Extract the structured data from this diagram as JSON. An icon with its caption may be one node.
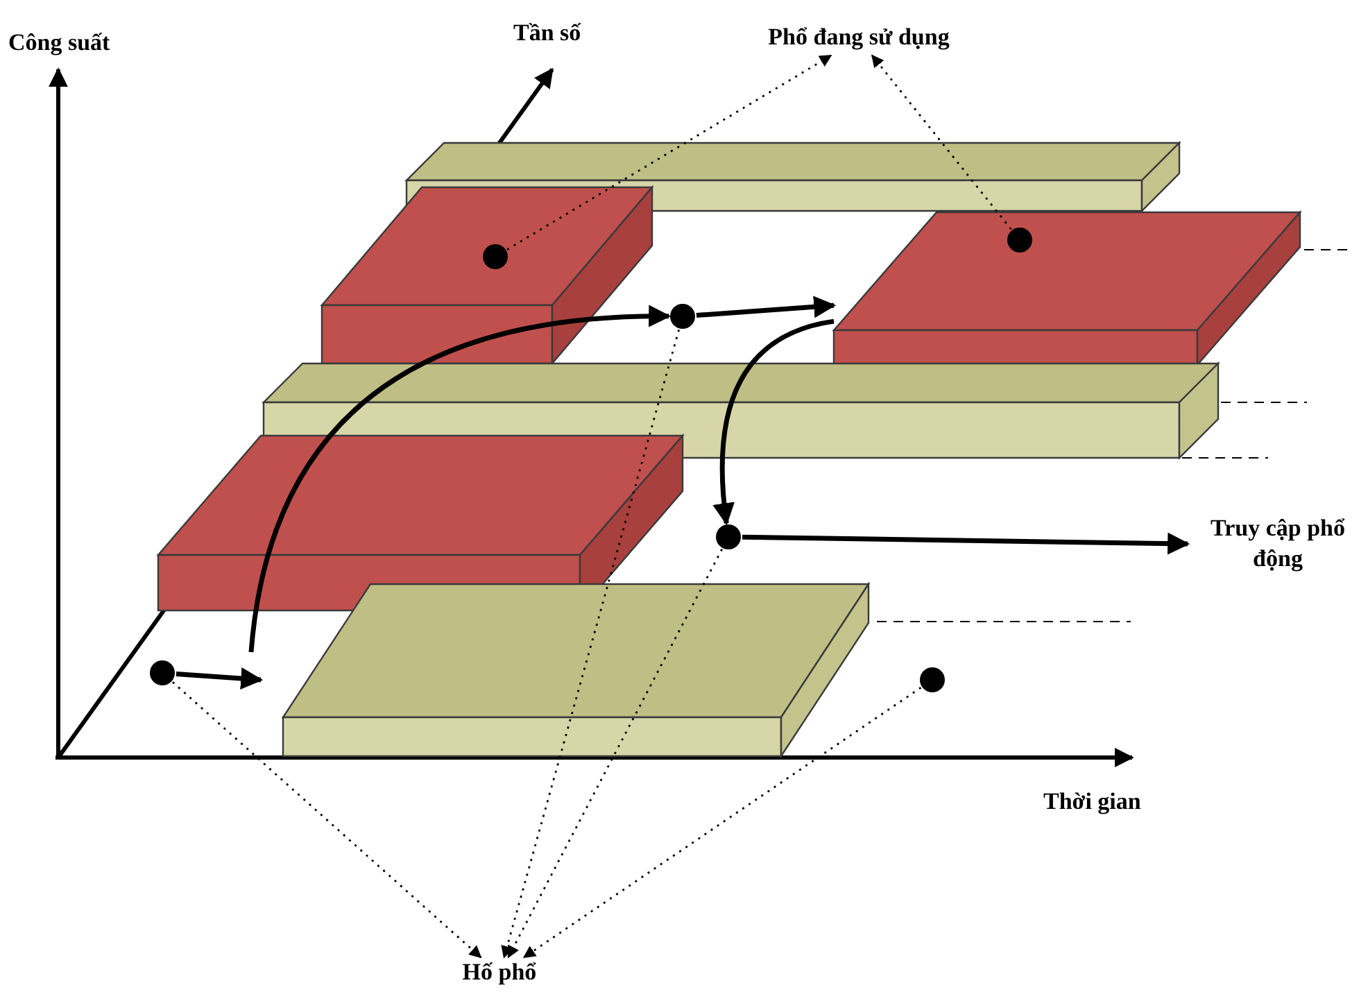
{
  "diagram": {
    "nodes": [
      {
        "text": [
          "Phổ đang sử dụng"
        ]
      },
      {
        "text": [],
        "shape": "circle"
      },
      {
        "text": [],
        "shape": "box"
      },
      {
        "text": [],
        "shape": "circle",
        "in": 2
      },
      {
        "text": [],
        "shape": "circle"
      },
      {
        "text": [],
        "shape": "circle"
      },
      {
        "text": [
          "Truy cập phổ động"
        ]
      },
      {
        "text": [],
        "shape": "circle"
      },
      {
        "text": [],
        "shape": "circle"
      },
      {
        "text": [
          "Hố phổ"
        ]
      }
    ],
    "edges": [
      {
        "from": 1,
        "to": 0,
        "arrow": "to",
        "style": "dashed"
      },
      {
        "from": 3,
        "to": 0,
        "arrow": "to",
        "style": "dashed"
      },
      {
        "from": 7,
        "to": null,
        "arrow": "to",
        "style": "thick"
      },
      {
        "from": null,
        "to": 4,
        "arrow": "to",
        "style": "thick"
      },
      {
        "from": 4,
        "to": 2,
        "arrow": "to",
        "style": "thick"
      },
      {
        "from": 2,
        "to": 5,
        "arrow": "to",
        "style": "thick"
      },
      {
        "from": 5,
        "to": 6,
        "arrow": "to",
        "style": "thick"
      },
      {
        "from": 7,
        "to": 9,
        "arrow": "to",
        "style": "dashed"
      },
      {
        "from": 4,
        "to": 9,
        "arrow": "to",
        "style": "dashed"
      },
      {
        "from": 5,
        "to": 9,
        "arrow": "to",
        "style": "dashed"
      },
      {
        "from": 8,
        "to": 9,
        "arrow": "to",
        "style": "dashed"
      }
    ],
    "labels": [
      "Công suất",
      "Tần số",
      "Thời gian"
    ]
  }
}
